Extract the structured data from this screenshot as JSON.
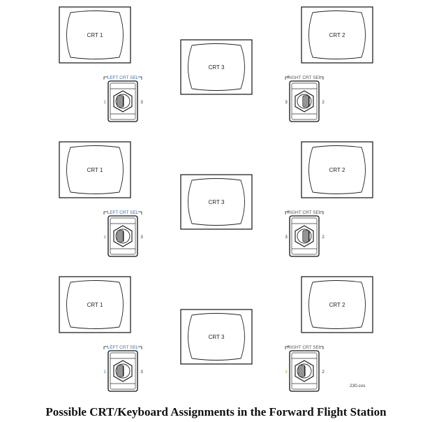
{
  "panels": [
    {
      "crt1": "CRT 1",
      "crt2": "CRT 2",
      "crt3": "CRT 3",
      "left_sel": {
        "label": "LEFT CRT SEL",
        "pos_a": "1",
        "pos_b": "3",
        "active": "a"
      },
      "right_sel": {
        "label": "RIGHT CRT SEL",
        "pos_a": "3",
        "pos_b": "2",
        "active": "none"
      }
    },
    {
      "crt1": "CRT 1",
      "crt2": "CRT 2",
      "crt3": "CRT 3",
      "left_sel": {
        "label": "LEFT CRT SEL",
        "pos_a": "1",
        "pos_b": "3",
        "active": "a"
      },
      "right_sel": {
        "label": "RIGHT CRT SEL",
        "pos_a": "3",
        "pos_b": "2",
        "active": "none"
      }
    },
    {
      "crt1": "CRT 1",
      "crt2": "CRT 2",
      "crt3": "CRT 3",
      "left_sel": {
        "label": "LEFT CRT SEL",
        "pos_a": "1",
        "pos_b": "3",
        "active": "a"
      },
      "right_sel": {
        "label": "RIGHT CRT SEL",
        "pos_a": "3",
        "pos_b": "2",
        "active": "a"
      }
    }
  ],
  "colors": {
    "left_label": "#3a73b0",
    "right_label": "#555555",
    "active_left": "#2f7fd0",
    "active_right": "#c8a800"
  },
  "file_ref": "230.cvs",
  "caption": "Possible CRT/Keyboard Assignments in the Forward Flight Station"
}
